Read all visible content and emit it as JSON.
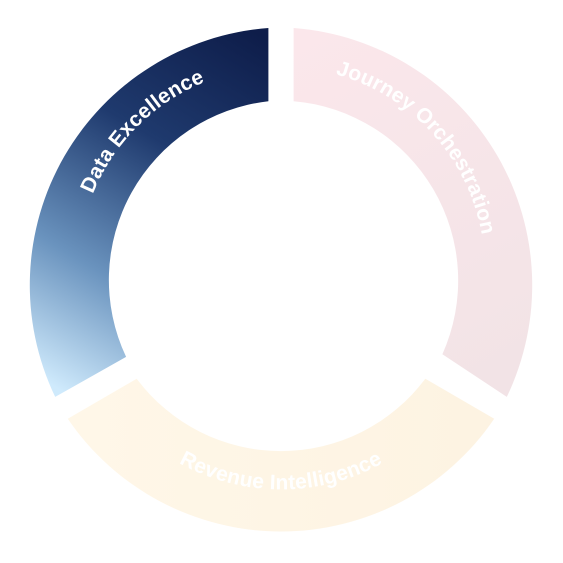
{
  "diagram": {
    "segments": [
      {
        "id": "data-excellence",
        "label": "Data Excellence",
        "label_color": "#ffffff",
        "gradient": [
          "#0e1d4a",
          "#1f3a6e",
          "#5d86b4",
          "#cfeafc"
        ]
      },
      {
        "id": "journey-orchestration",
        "label": "Journey Orchestration",
        "label_color": "#ffffff",
        "gradient": [
          "#fbe6ea",
          "#f3e4e6"
        ]
      },
      {
        "id": "revenue-intelligence",
        "label": "Revenue Intelligence",
        "label_color": "#ffffff",
        "gradient": [
          "#fff6e6",
          "#fdf3e3"
        ]
      }
    ]
  }
}
